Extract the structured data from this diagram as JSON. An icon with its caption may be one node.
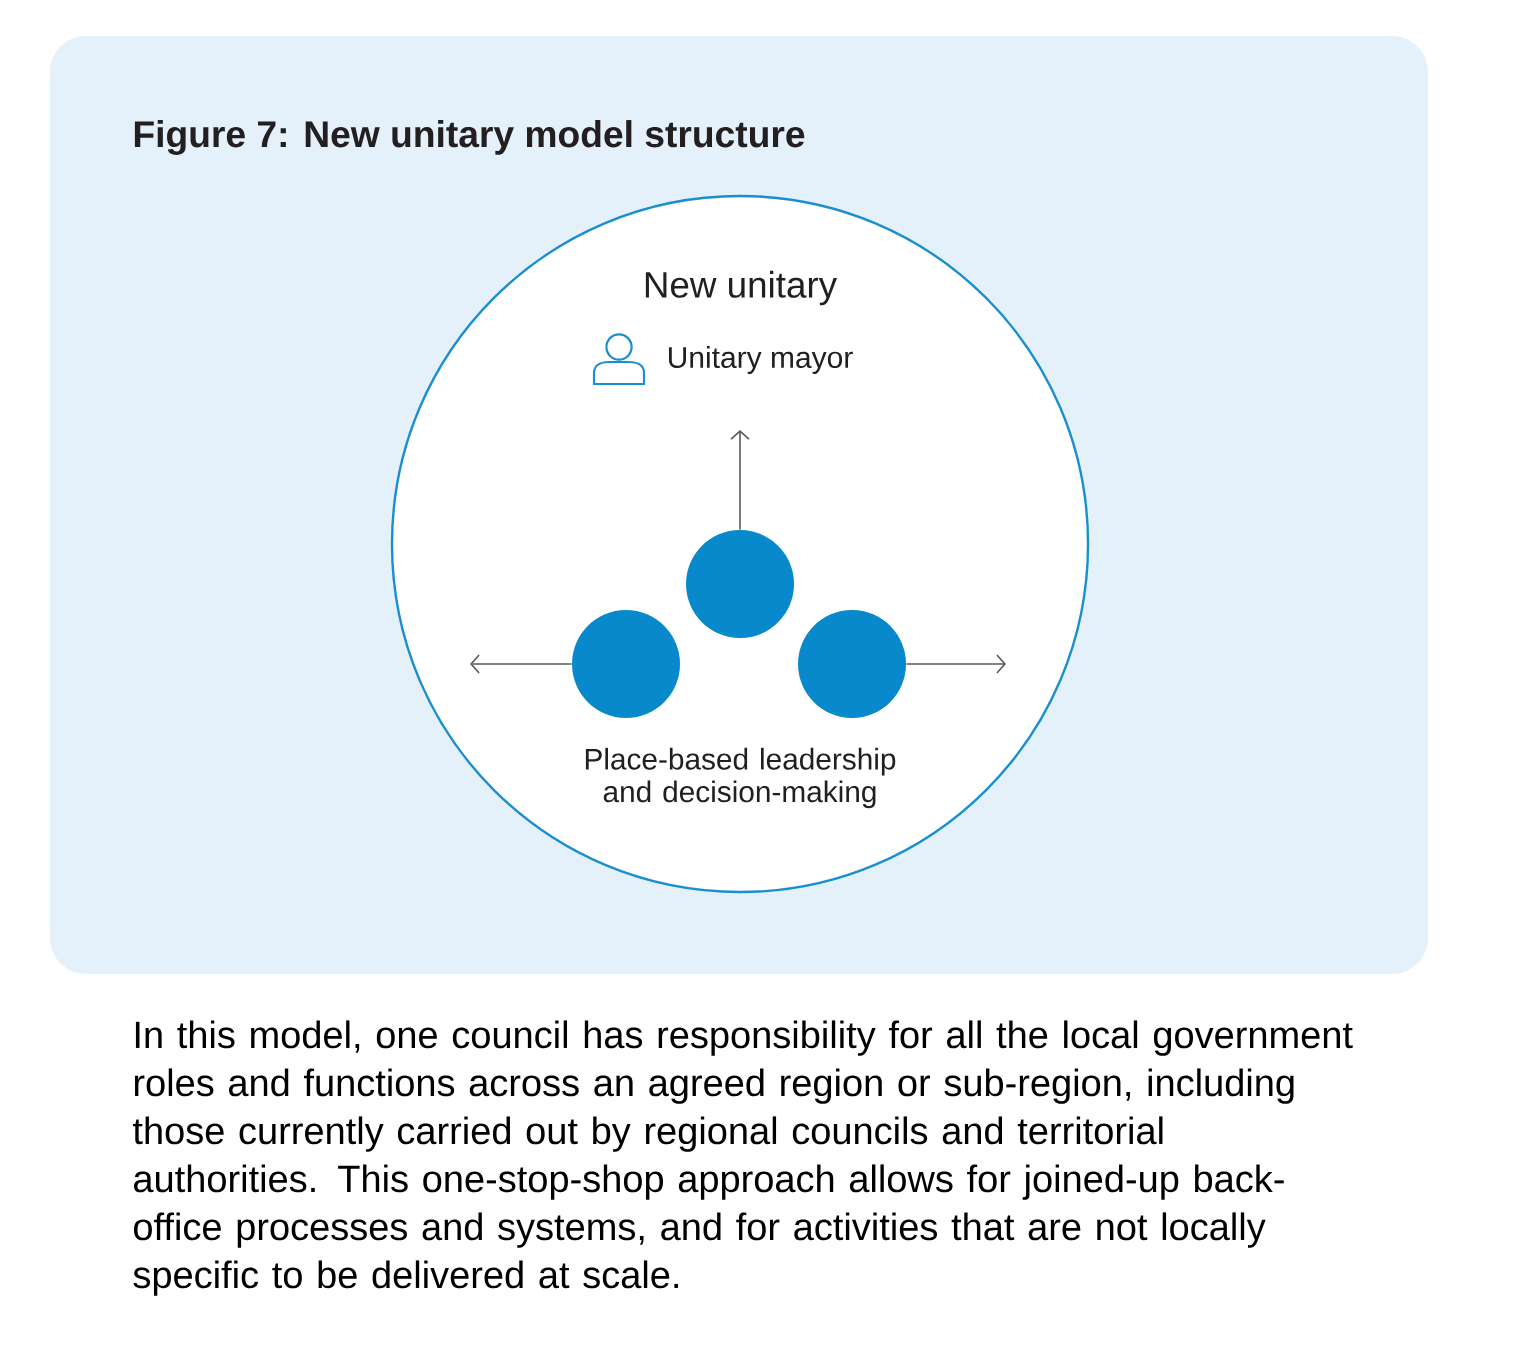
{
  "diagram": {
    "title": "Figure 7: New unitary model structure",
    "nodes": [
      {
        "text": [
          "New unitary",
          "Place-based leadership and decision-making"
        ]
      },
      {
        "text": [
          "Unitary mayor"
        ],
        "in": 0
      },
      {
        "text": [],
        "shape": "circle",
        "in": 0
      },
      {
        "text": [],
        "shape": "circle",
        "in": 0
      },
      {
        "text": [],
        "shape": "circle",
        "in": 0
      }
    ],
    "edges": [
      {
        "from": 2,
        "to": null,
        "arrow": "to"
      },
      {
        "from": 3,
        "to": null,
        "arrow": "to"
      },
      {
        "from": 4,
        "to": null,
        "arrow": "to"
      }
    ],
    "caption": "In this model, one council has responsibility for all the local government roles and functions across an agreed region or sub-region, including those currently carried out by regional councils and territorial authorities. This one-stop-shop approach allows for joined-up back-office processes and systems, and for activities that are not locally specific to be delivered at scale."
  }
}
